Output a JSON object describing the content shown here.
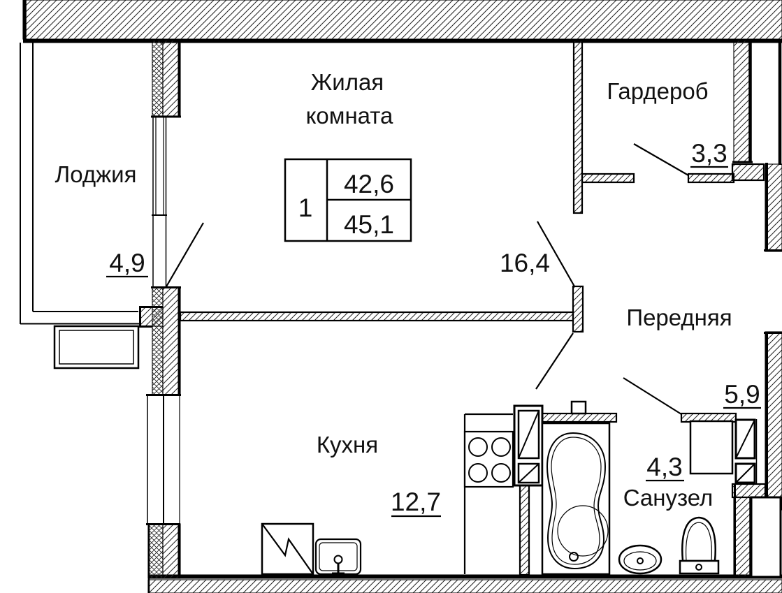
{
  "rooms": {
    "living": {
      "label_line1": "Жилая",
      "label_line2": "комната",
      "area": "16,4"
    },
    "loggia": {
      "label": "Лоджия",
      "area": "4,9"
    },
    "wardrobe": {
      "label": "Гардероб",
      "area": "3,3"
    },
    "hallway": {
      "label": "Передняя",
      "area": "5,9"
    },
    "kitchen": {
      "label": "Кухня",
      "area": "12,7"
    },
    "bathroom": {
      "label": "Санузел",
      "area": "4,3"
    }
  },
  "stamp": {
    "apartment_number": "1",
    "living_area": "42,6",
    "total_area": "45,1"
  },
  "colors": {
    "line": "#000000",
    "background": "#ffffff"
  }
}
